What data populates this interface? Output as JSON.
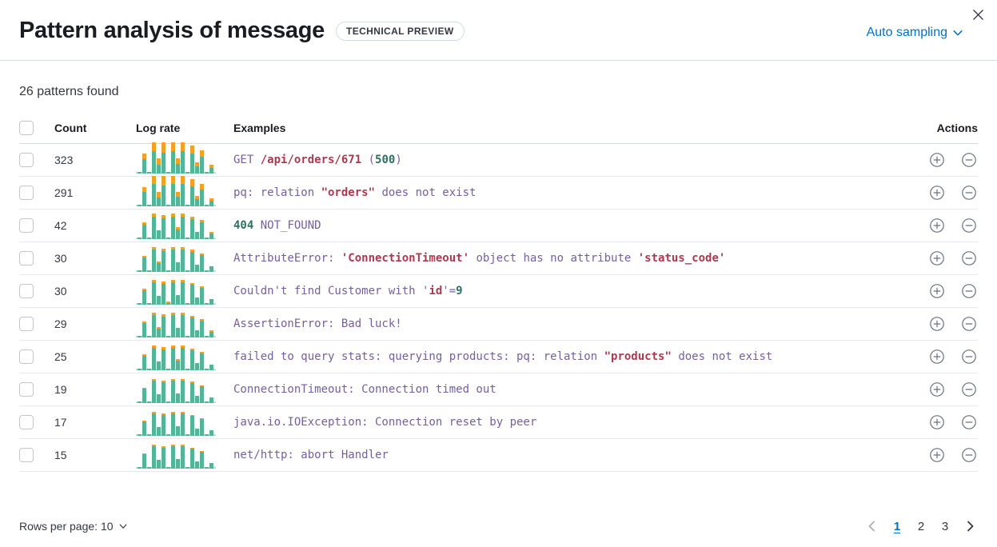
{
  "header": {
    "title": "Pattern analysis of message",
    "badge": "TECHNICAL PREVIEW",
    "sampling_label": "Auto sampling"
  },
  "summary_text": "26 patterns found",
  "table": {
    "columns": {
      "count": "Count",
      "log_rate": "Log rate",
      "examples": "Examples",
      "actions": "Actions"
    }
  },
  "chart_data": {
    "type": "bar",
    "note": "per-row sparkline histograms; bars = [green_base_px, orange_top_px] on 34px scale",
    "base_green": [
      2,
      18,
      2,
      28,
      11,
      26,
      2,
      28,
      12,
      28,
      2,
      25,
      9,
      21,
      2,
      7
    ]
  },
  "rows": [
    {
      "count": "323",
      "orange": [
        0,
        7,
        0,
        11,
        8,
        13,
        0,
        11,
        7,
        11,
        0,
        10,
        5,
        8,
        0,
        4
      ],
      "tokens": [
        {
          "t": "GET ",
          "c": "constant"
        },
        {
          "t": "/api/orders/671",
          "c": "variable"
        },
        {
          "t": " (",
          "c": "constant"
        },
        {
          "t": "500",
          "c": "number"
        },
        {
          "t": ")",
          "c": "constant"
        }
      ]
    },
    {
      "count": "291",
      "orange": [
        0,
        6,
        0,
        10,
        7,
        12,
        0,
        10,
        6,
        10,
        0,
        9,
        4,
        7,
        0,
        3
      ],
      "tokens": [
        {
          "t": "pq: relation ",
          "c": "constant"
        },
        {
          "t": "\"orders\"",
          "c": "variable"
        },
        {
          "t": " does not exist",
          "c": "constant"
        }
      ]
    },
    {
      "count": "42",
      "orange": [
        0,
        3,
        0,
        4,
        0,
        4,
        0,
        4,
        3,
        4,
        0,
        3,
        0,
        3,
        0,
        2
      ],
      "tokens": [
        {
          "t": "404",
          "c": "number"
        },
        {
          "t": " NOT_FOUND",
          "c": "constant"
        }
      ]
    },
    {
      "count": "30",
      "orange": [
        0,
        2,
        0,
        3,
        2,
        3,
        0,
        3,
        0,
        3,
        0,
        3,
        0,
        2,
        0,
        0
      ],
      "tokens": [
        {
          "t": "AttributeError: ",
          "c": "constant"
        },
        {
          "t": "'ConnectionTimeout'",
          "c": "variable"
        },
        {
          "t": " object has no attribute ",
          "c": "constant"
        },
        {
          "t": "'status_code'",
          "c": "variable"
        }
      ]
    },
    {
      "count": "30",
      "orange": [
        0,
        2,
        0,
        3,
        0,
        3,
        2,
        3,
        0,
        3,
        0,
        2,
        0,
        2,
        0,
        0
      ],
      "tokens": [
        {
          "t": "Couldn't find Customer with '",
          "c": "constant"
        },
        {
          "t": "id",
          "c": "variable"
        },
        {
          "t": "'=",
          "c": "constant"
        },
        {
          "t": "9",
          "c": "number"
        }
      ]
    },
    {
      "count": "29",
      "orange": [
        0,
        2,
        0,
        3,
        2,
        3,
        0,
        3,
        0,
        3,
        0,
        2,
        0,
        2,
        0,
        2
      ],
      "tokens": [
        {
          "t": "AssertionError: Bad luck!",
          "c": "constant"
        }
      ]
    },
    {
      "count": "25",
      "orange": [
        0,
        2,
        0,
        3,
        0,
        3,
        0,
        3,
        2,
        3,
        0,
        2,
        0,
        2,
        0,
        0
      ],
      "tokens": [
        {
          "t": "failed to query stats: querying products: pq: relation ",
          "c": "constant"
        },
        {
          "t": "\"products\"",
          "c": "variable"
        },
        {
          "t": " does not exist",
          "c": "constant"
        }
      ]
    },
    {
      "count": "19",
      "orange": [
        0,
        1,
        0,
        2,
        0,
        2,
        0,
        2,
        0,
        2,
        0,
        2,
        0,
        1,
        0,
        0
      ],
      "tokens": [
        {
          "t": "ConnectionTimeout: Connection timed out",
          "c": "constant"
        }
      ]
    },
    {
      "count": "17",
      "orange": [
        0,
        1,
        0,
        2,
        0,
        2,
        0,
        2,
        0,
        2,
        0,
        1,
        0,
        1,
        0,
        0
      ],
      "tokens": [
        {
          "t": "java.io.IOException: Connection reset by peer",
          "c": "constant"
        }
      ]
    },
    {
      "count": "15",
      "orange": [
        0,
        1,
        0,
        2,
        0,
        2,
        0,
        2,
        0,
        2,
        0,
        1,
        0,
        1,
        0,
        0
      ],
      "tokens": [
        {
          "t": "net/http: abort Handler",
          "c": "constant"
        }
      ]
    }
  ],
  "footer": {
    "rows_per_page_label": "Rows per page: 10",
    "pages": [
      "1",
      "2",
      "3"
    ],
    "current_page": "1"
  },
  "colors": {
    "accent_blue": "#0071c2",
    "spark_green": "#54b399",
    "spark_orange": "#f1a226",
    "spark_baseline": "#b9e2d4",
    "token_constant": "#765f9e",
    "token_variable": "#aa3a50",
    "token_number": "#2f7160",
    "divider": "#d3dae6"
  }
}
